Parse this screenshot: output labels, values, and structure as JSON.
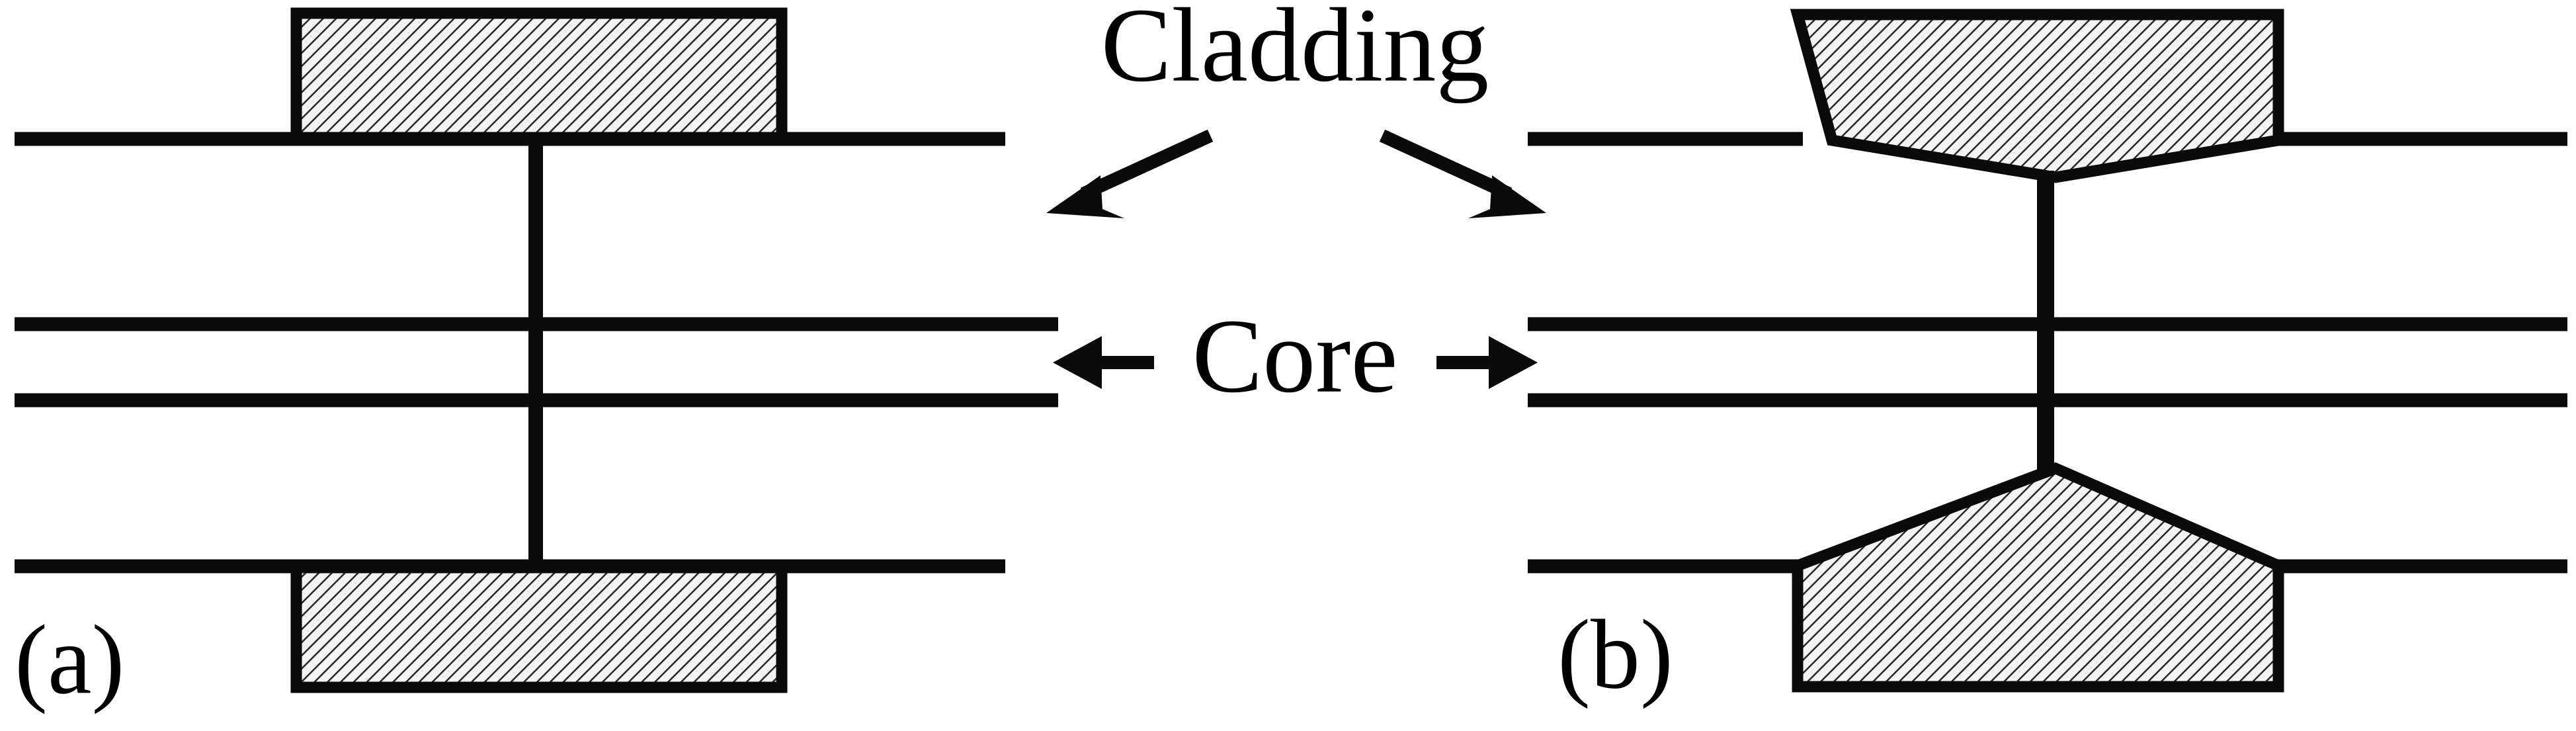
{
  "figure": {
    "title": "Optical fiber splice cross-sections: cladding and core",
    "background_color": "#ffffff",
    "line_color": "#0a0a0a",
    "hatch_color": "#2b2b2b",
    "hatch_fill_color": "#f2f2f2"
  },
  "panels": [
    {
      "id": "a",
      "label": "(a)",
      "description": "Butt-coupled fiber with rectangular cladding blocks",
      "cladding_shape": "rectangle"
    },
    {
      "id": "b",
      "label": "(b)",
      "description": "Tapered fiber with pentagonal cladding converging to a point",
      "cladding_shape": "pentagon-taper"
    }
  ],
  "callouts": [
    {
      "id": "cladding",
      "label": "Cladding",
      "arrows": [
        "down-left",
        "down-right"
      ]
    },
    {
      "id": "core",
      "label": "Core",
      "arrows": [
        "left",
        "right"
      ]
    }
  ]
}
